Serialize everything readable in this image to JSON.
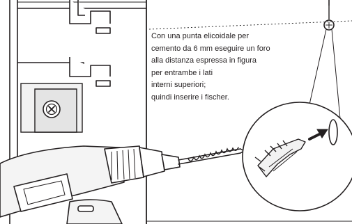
{
  "instruction": {
    "lines": [
      "Con una punta elicoidale per",
      "cemento da 6 mm eseguire un foro",
      "alla distanza espressa in figura",
      "per entrambe i lati",
      "interni superiori;",
      "quindi inserire i fischer."
    ]
  },
  "colors": {
    "line": "#231f20",
    "dash": "#333333",
    "background": "#ffffff"
  }
}
